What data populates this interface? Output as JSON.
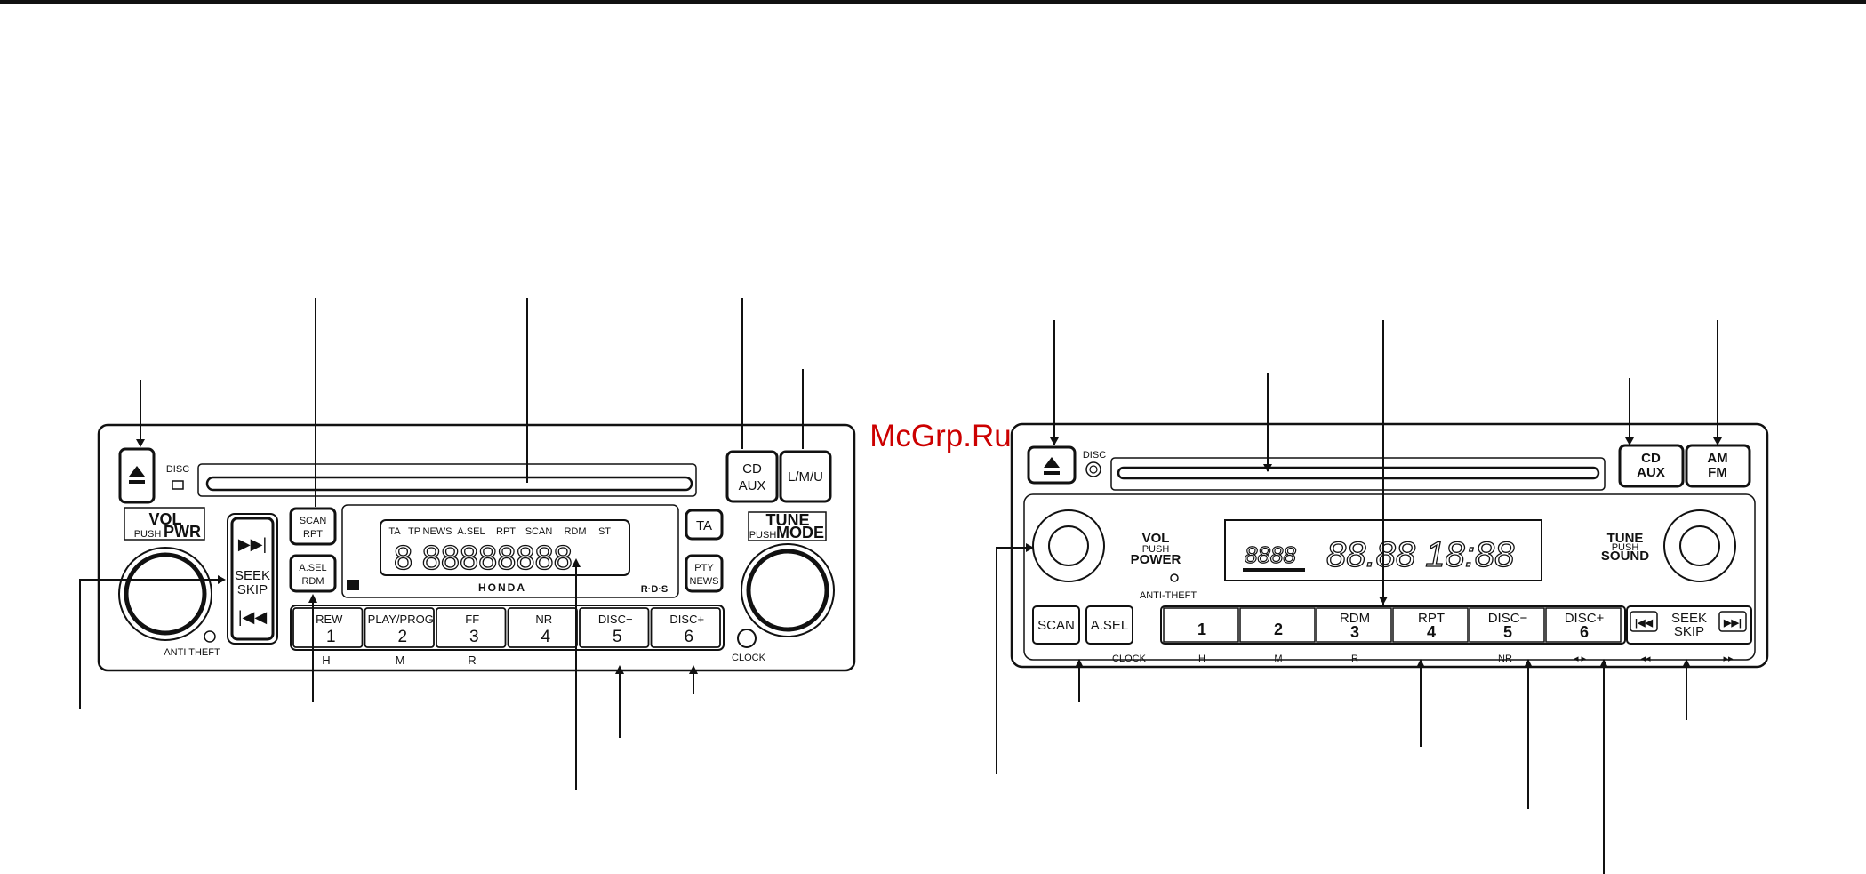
{
  "watermark": "McGrp.Ru",
  "watermark_color": "#cc0000",
  "left_unit": {
    "eject_icon": "eject-icon",
    "disc_label": "DISC",
    "vol_label": "VOL",
    "push_label": "PUSH",
    "pwr_label": "PWR",
    "seek_label": "SEEK",
    "skip_label": "SKIP",
    "anti_theft_label": "ANTI THEFT",
    "scan_label": "SCAN",
    "rpt_label": "RPT",
    "asel_label": "A.SEL",
    "rdm_label": "RDM",
    "display_indicators": [
      "TA",
      "TP",
      "NEWS",
      "A.SEL",
      "RPT",
      "SCAN",
      "RDM",
      "ST"
    ],
    "display_digits": "8 88888888",
    "brand": "HONDA",
    "rds_label": "R·D·S",
    "cd_label": "CD",
    "aux_label": "AUX",
    "lmu_label": "L/M/U",
    "ta_label": "TA",
    "pty_label": "PTY",
    "news_label": "NEWS",
    "tune_label": "TUNE",
    "push_mode_push": "PUSH",
    "mode_label": "MODE",
    "clock_label": "CLOCK",
    "preset_buttons": [
      {
        "top": "REW",
        "num": "1"
      },
      {
        "top": "PLAY/PROG",
        "num": "2"
      },
      {
        "top": "FF",
        "num": "3"
      },
      {
        "top": "NR",
        "num": "4"
      },
      {
        "top": "DISC−",
        "num": "5"
      },
      {
        "top": "DISC+",
        "num": "6"
      }
    ],
    "sub_labels": [
      "H",
      "M",
      "R"
    ]
  },
  "right_unit": {
    "disc_label": "DISC",
    "cd_label": "CD",
    "aux_label": "AUX",
    "am_label": "AM",
    "fm_label": "FM",
    "vol_label": "VOL",
    "push_label": "PUSH",
    "power_label": "POWER",
    "anti_theft_label": "ANTI-THEFT",
    "display_digits": "88.88  18:88",
    "tune_label": "TUNE",
    "push2_label": "PUSH",
    "sound_label": "SOUND",
    "scan_label": "SCAN",
    "asel_label": "A.SEL",
    "preset_buttons": [
      {
        "top": "",
        "num": "1"
      },
      {
        "top": "",
        "num": "2"
      },
      {
        "top": "RDM",
        "num": "3"
      },
      {
        "top": "RPT",
        "num": "4"
      },
      {
        "top": "DISC−",
        "num": "5"
      },
      {
        "top": "DISC+",
        "num": "6"
      }
    ],
    "seek_label": "SEEK",
    "skip_label": "SKIP",
    "sub_labels": [
      "CLOCK",
      "H",
      "M",
      "R",
      "NR",
      "◂ ▸",
      "◂◂",
      "▸▸"
    ]
  }
}
